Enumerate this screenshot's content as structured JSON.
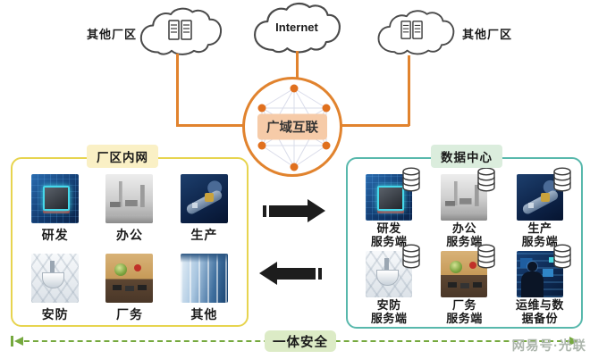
{
  "clouds": {
    "left_label": "其他厂区",
    "internet_label": "Internet",
    "right_label": "其他厂区"
  },
  "wan": {
    "label": "广域互联"
  },
  "intranet": {
    "title": "厂区内网",
    "items": [
      {
        "label": "研发"
      },
      {
        "label": "办公"
      },
      {
        "label": "生产"
      },
      {
        "label": "安防"
      },
      {
        "label": "厂务"
      },
      {
        "label": "其他"
      }
    ]
  },
  "datacenter": {
    "title": "数据中心",
    "items": [
      {
        "line1": "研发",
        "line2": "服务端"
      },
      {
        "line1": "办公",
        "line2": "服务端"
      },
      {
        "line1": "生产",
        "line2": "服务端"
      },
      {
        "line1": "安防",
        "line2": "服务端"
      },
      {
        "line1": "厂务",
        "line2": "服务端"
      },
      {
        "line1": "运维与数",
        "line2": "据备份"
      }
    ]
  },
  "security_bar": {
    "label": "一体安全"
  },
  "watermark": "网易号·光联",
  "colors": {
    "orange": "#E1832E",
    "orangenode": "#E0701E",
    "peach": "#F6CBA8",
    "yellowborder": "#E7D44F",
    "yellowbg": "#FAF0C5",
    "tealborder": "#58B8AC",
    "tealbg": "#DBEDDD",
    "green": "#76A93F",
    "greenbg": "#DCEBC6",
    "arrow": "#1d1d1d",
    "ink": "#1a1a1a",
    "watermarkcolor": "#adb6ad"
  }
}
